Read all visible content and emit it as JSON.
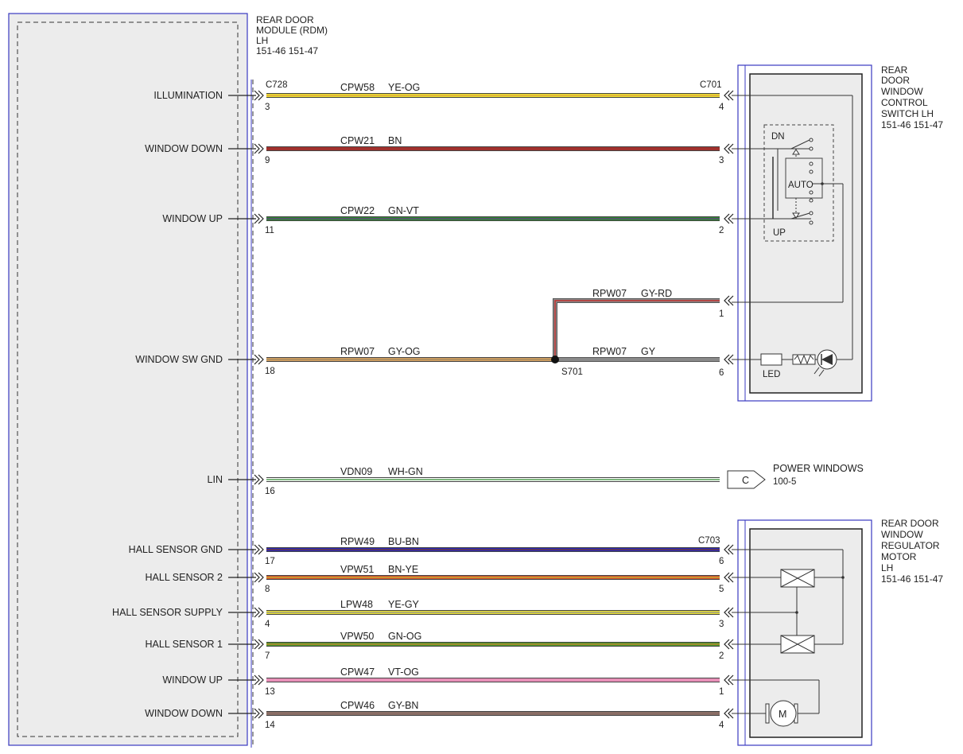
{
  "rdm": {
    "title_lines": [
      "REAR DOOR",
      "MODULE (RDM)",
      "LH",
      "151-46  151-47"
    ],
    "connector": "C728"
  },
  "switch_module": {
    "title_lines": [
      "REAR",
      "DOOR",
      "WINDOW",
      "CONTROL",
      "SWITCH LH",
      "151-46   151-47"
    ],
    "connector": "C701",
    "dn": "DN",
    "up": "UP",
    "auto": "AUTO",
    "led": "LED"
  },
  "motor_module": {
    "title_lines": [
      "REAR DOOR",
      "WINDOW",
      "REGULATOR",
      "MOTOR",
      "LH",
      "151-46  151-47"
    ],
    "connector": "C703",
    "motor": "M"
  },
  "splice": {
    "label": "S701"
  },
  "lin_ref": {
    "letter": "C",
    "line1": "POWER WINDOWS",
    "line2": "100-5"
  },
  "wires": [
    {
      "signal": "ILLUMINATION",
      "circuit": "CPW58",
      "color_code": "YE-OG",
      "left_pin": "3",
      "right_pin": "4",
      "stripe": "#e8e030",
      "tracer": "#e0a040"
    },
    {
      "signal": "WINDOW DOWN",
      "circuit": "CPW21",
      "color_code": "BN",
      "left_pin": "9",
      "right_pin": "3",
      "stripe": "#a0302c",
      "tracer": "#a0302c"
    },
    {
      "signal": "WINDOW UP",
      "circuit": "CPW22",
      "color_code": "GN-VT",
      "left_pin": "11",
      "right_pin": "2",
      "stripe": "#2e8a2e",
      "tracer": "#6a3a8a"
    },
    {
      "signal": "WINDOW SW GND",
      "circuit": "RPW07",
      "color_code": "GY-OG",
      "left_pin": "18",
      "right_pin": "",
      "stripe": "#d4a060",
      "tracer": "#a08860"
    },
    {
      "signal": "LIN",
      "circuit": "VDN09",
      "color_code": "WH-GN",
      "left_pin": "16",
      "right_pin": "",
      "stripe": "#ffffff",
      "tracer": "#2e8a2e"
    },
    {
      "signal": "HALL SENSOR GND",
      "circuit": "RPW49",
      "color_code": "BU-BN",
      "left_pin": "17",
      "right_pin": "6",
      "stripe": "#2828b8",
      "tracer": "#7a3a2a"
    },
    {
      "signal": "HALL SENSOR 2",
      "circuit": "VPW51",
      "color_code": "BN-YE",
      "left_pin": "8",
      "right_pin": "5",
      "stripe": "#d05030",
      "tracer": "#c8c030"
    },
    {
      "signal": "HALL SENSOR SUPPLY",
      "circuit": "LPW48",
      "color_code": "YE-GY",
      "left_pin": "4",
      "right_pin": "3",
      "stripe": "#e8e030",
      "tracer": "#909090"
    },
    {
      "signal": "HALL SENSOR 1",
      "circuit": "VPW50",
      "color_code": "GN-OG",
      "left_pin": "7",
      "right_pin": "2",
      "stripe": "#4a9a2a",
      "tracer": "#d08030"
    },
    {
      "signal": "WINDOW UP",
      "circuit": "CPW47",
      "color_code": "VT-OG",
      "left_pin": "13",
      "right_pin": "1",
      "stripe": "#e890b8",
      "tracer": "#e890b8"
    },
    {
      "signal": "WINDOW DOWN",
      "circuit": "CPW46",
      "color_code": "GY-BN",
      "left_pin": "14",
      "right_pin": "4",
      "stripe": "#8a6e66",
      "tracer": "#8a6e66"
    }
  ],
  "branch_gyrd": {
    "circuit": "RPW07",
    "color_code": "GY-RD",
    "right_pin": "1",
    "stripe": "#8a8a8a",
    "tracer": "#c0302c"
  },
  "branch_gy": {
    "circuit": "RPW07",
    "color_code": "GY",
    "right_pin": "6",
    "stripe": "#8a8a8a",
    "tracer": "#8a8a8a"
  }
}
